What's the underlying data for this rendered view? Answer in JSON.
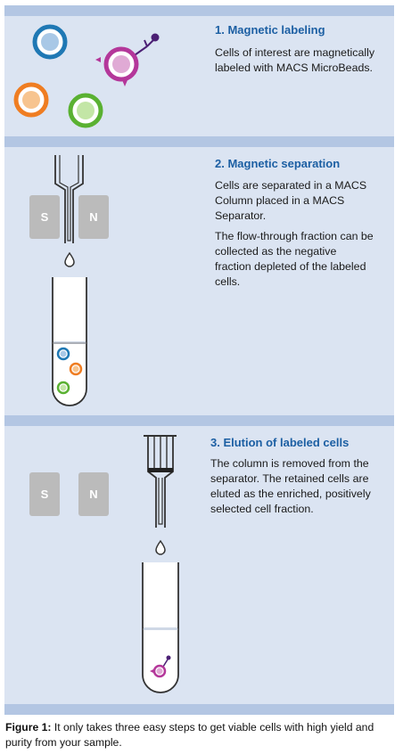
{
  "steps": [
    {
      "title": "1. Magnetic labeling",
      "paragraphs": [
        "Cells of interest are magnetically labeled with MACS MicroBeads."
      ]
    },
    {
      "title": "2. Magnetic separation",
      "paragraphs": [
        "Cells are separated in a MACS Column placed in a MACS Separator.",
        "The flow-through fraction can be collected as the negative fraction depleted of the labeled cells."
      ]
    },
    {
      "title": "3. Elution of labeled cells",
      "paragraphs": [
        "The column is removed from the separator. The retained cells are eluted as the enriched, positively selected cell fraction."
      ]
    }
  ],
  "magnets": {
    "south": "S",
    "north": "N"
  },
  "caption": {
    "label": "Figure 1:",
    "text": " It only takes three easy steps to get viable cells with high yield and purity from your sample."
  },
  "colors": {
    "panel": "#dbe4f2",
    "band": "#b3c6e3",
    "title": "#1c5fa3",
    "cell_blue": "#1f78b4",
    "cell_orange": "#ef7d22",
    "cell_green": "#5ab132",
    "cell_magenta": "#b4379a",
    "bead": "#4b1f74"
  }
}
